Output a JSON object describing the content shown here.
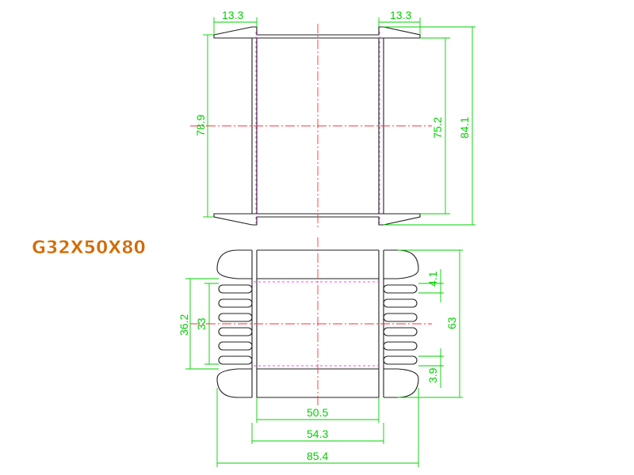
{
  "title": "G32X50X80",
  "dimensions": {
    "top_flange_left": "13.3",
    "top_flange_right": "13.3",
    "height_inner": "78.9",
    "height_window": "75.2",
    "height_overall": "84.1",
    "side_outer": "36.2",
    "side_inner": "33",
    "slot_top": "4.1",
    "slot_bottom": "3.9",
    "depth_overall": "63",
    "width_window": "50.5",
    "width_core": "54.3",
    "width_overall": "85.4"
  },
  "colors": {
    "outline": "#202020",
    "dimension": "#00d000",
    "centerline": "#ff3030",
    "hidden_line": "#ff40ff",
    "title": "#d46a00"
  }
}
